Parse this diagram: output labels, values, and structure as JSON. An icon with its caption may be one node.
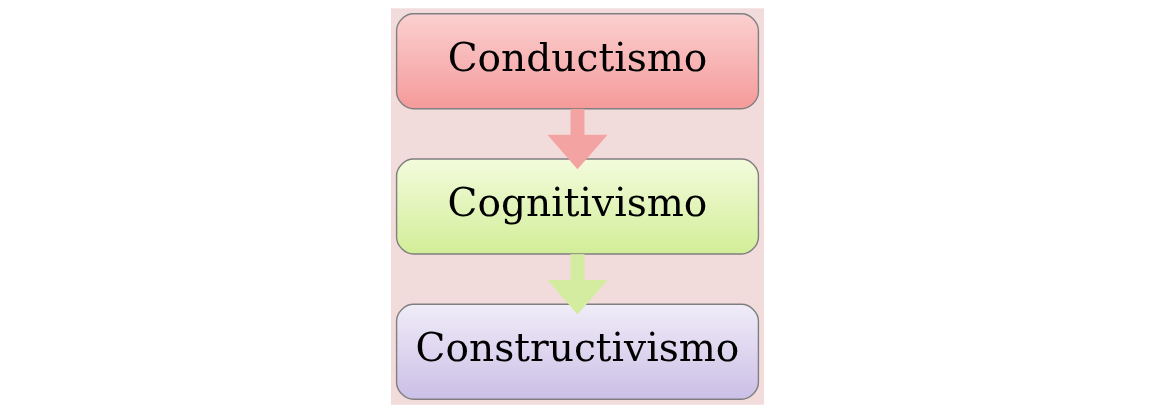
{
  "diagram": {
    "nodes": [
      {
        "text": [
          "Conductismo"
        ]
      },
      {
        "text": [
          "Cognitivismo"
        ]
      },
      {
        "text": [
          "Constructivismo"
        ]
      }
    ],
    "edges": [
      {
        "from": 0,
        "to": 1,
        "arrow": "to",
        "color": "#f4a3a3"
      },
      {
        "from": 1,
        "to": 2,
        "arrow": "to",
        "color": "#d3eca0"
      }
    ]
  }
}
